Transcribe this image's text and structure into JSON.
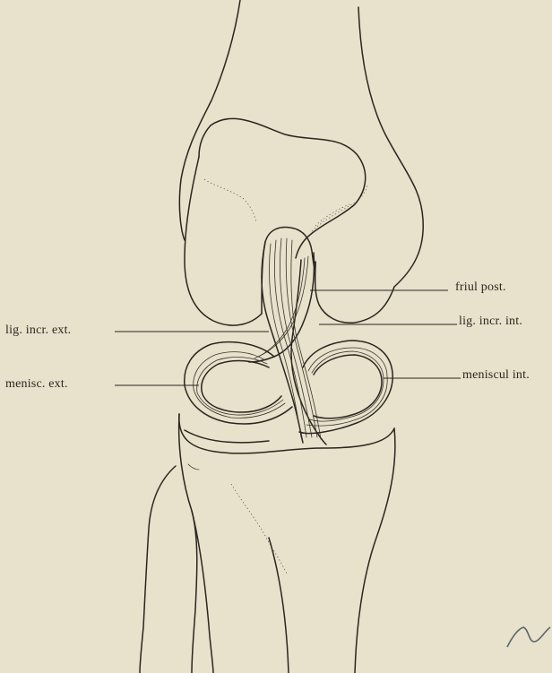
{
  "labels": {
    "friul_post": "friul post.",
    "lig_incr_ext": "lig. incr. ext.",
    "lig_incr_int": "lig. incr. int.",
    "menisc_ext": "menisc. ext.",
    "meniscul_int": "meniscul int."
  },
  "colors": {
    "paper": "#e8e1cb",
    "ink": "#2a2520"
  }
}
